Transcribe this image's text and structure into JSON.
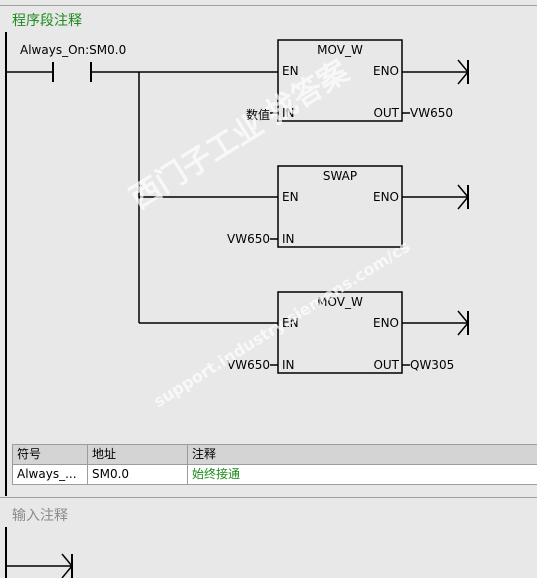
{
  "network1": {
    "title": "程序段注释",
    "contact": {
      "label": "Always_On:SM0.0"
    },
    "blocks": [
      {
        "name": "MOV_W",
        "en": "EN",
        "eno": "ENO",
        "in_label": "IN",
        "in_value": "数值",
        "out_label": "OUT",
        "out_value": "VW650"
      },
      {
        "name": "SWAP",
        "en": "EN",
        "eno": "ENO",
        "in_label": "IN",
        "in_value": "VW650"
      },
      {
        "name": "MOV_W",
        "en": "EN",
        "eno": "ENO",
        "in_label": "IN",
        "in_value": "VW650",
        "out_label": "OUT",
        "out_value": "QW305"
      }
    ],
    "symbol_table": {
      "headers": [
        "符号",
        "地址",
        "注释"
      ],
      "rows": [
        {
          "symbol": "Always_...",
          "address": "SM0.0",
          "comment": "始终接通"
        }
      ]
    }
  },
  "network2": {
    "title": "输入注释"
  },
  "watermark": {
    "line1": "西门子工业 找答案",
    "line2": "support.industry.siemens.com/cs"
  }
}
